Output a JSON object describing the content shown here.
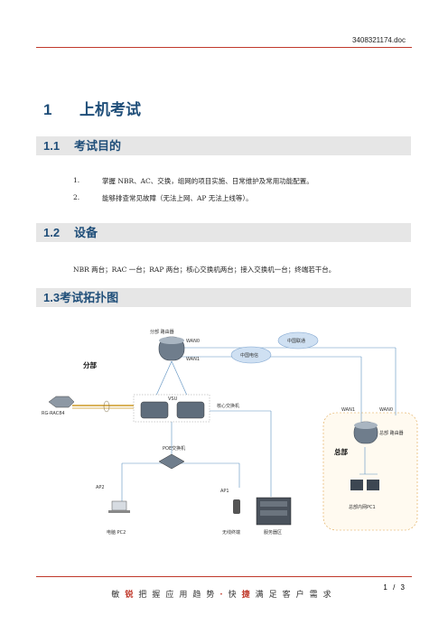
{
  "header": {
    "filename": "3408321174.doc"
  },
  "h1": {
    "num": "1",
    "title": "上机考试"
  },
  "sections": [
    {
      "num": "1.1",
      "title": "考试目的"
    },
    {
      "num": "1.2",
      "title": "设备"
    },
    {
      "num": "1.3",
      "title": "考试拓扑图"
    }
  ],
  "goals": [
    {
      "n": "1.",
      "text": "掌握 NBR、AC、交换，组网的项目实施、日常维护及常用功能配置。"
    },
    {
      "n": "2.",
      "text": "能够排查常见故障（无法上网、AP 无法上线等）。"
    }
  ],
  "equipment_text": "NBR 两台；RAC 一台；RAP 两台；核心交换机两台；接入交换机一台；终端若干台。",
  "diagram": {
    "branch_router": "分部 路由器",
    "wan0": "WAN0",
    "wan1": "WAN1",
    "cloud_unicom": "中国联通",
    "cloud_telecom": "中国电信",
    "branch_title": "分部",
    "vsu": "VSU",
    "core_switch": "核心交换机",
    "rac": "RG-RAC84",
    "poe": "POE交换机",
    "ap2": "AP2",
    "ap1": "AP1",
    "pc2": "电脑 PC2",
    "wireless": "无线终端",
    "server": "服务器区",
    "hq_wan1": "WAN1",
    "hq_wan0": "WAN0",
    "hq_title": "总部",
    "hq_router": "总部 路由器",
    "hq_pc": "总部内网PC1"
  },
  "footer": {
    "slogan_parts": [
      "敏",
      "锐",
      "把握应用趋势",
      "·",
      "快",
      "捷",
      "满足客户需求"
    ],
    "page": "1 / 3"
  }
}
